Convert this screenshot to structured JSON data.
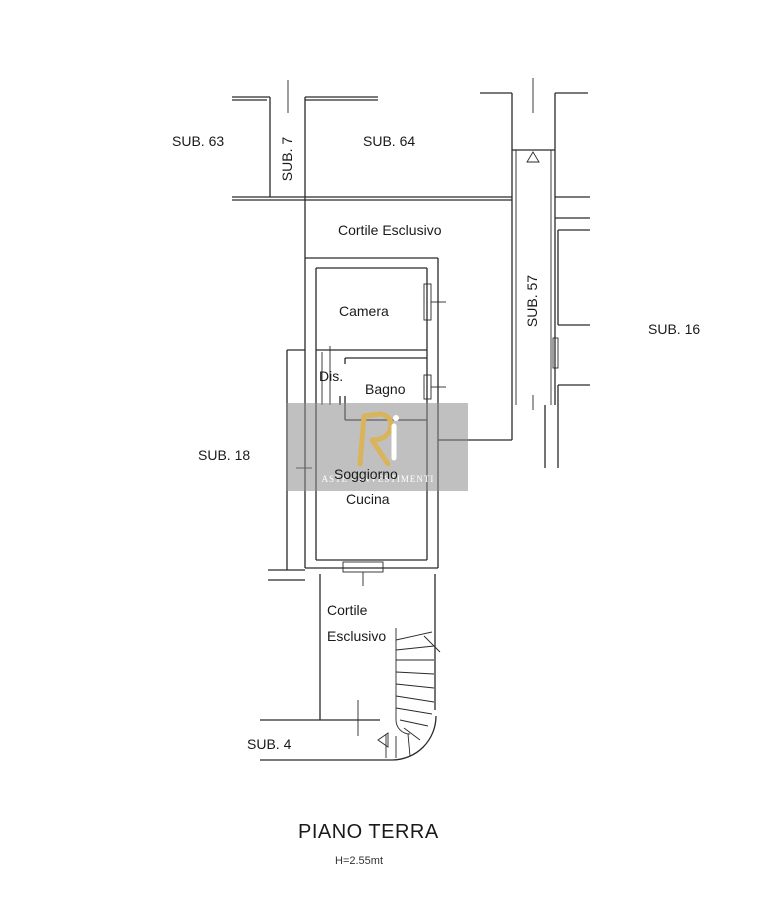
{
  "labels": {
    "sub63": "SUB. 63",
    "sub7": "SUB. 7",
    "sub64": "SUB. 64",
    "cortile_top": "Cortile Esclusivo",
    "sub57": "SUB. 57",
    "camera": "Camera",
    "sub16": "SUB. 16",
    "dis": "Dis.",
    "bagno": "Bagno",
    "sub18": "SUB. 18",
    "soggiorno": "Soggiorno",
    "cucina": "Cucina",
    "cortile_bottom_1": "Cortile",
    "cortile_bottom_2": "Esclusivo",
    "sub4": "SUB. 4"
  },
  "title": "PIANO TERRA",
  "height_note": "H=2.55mt",
  "watermark": {
    "text": "ASTE • INVESTIMENTI",
    "color": "#8c8c8c",
    "logo_color": "#d9b45a"
  }
}
